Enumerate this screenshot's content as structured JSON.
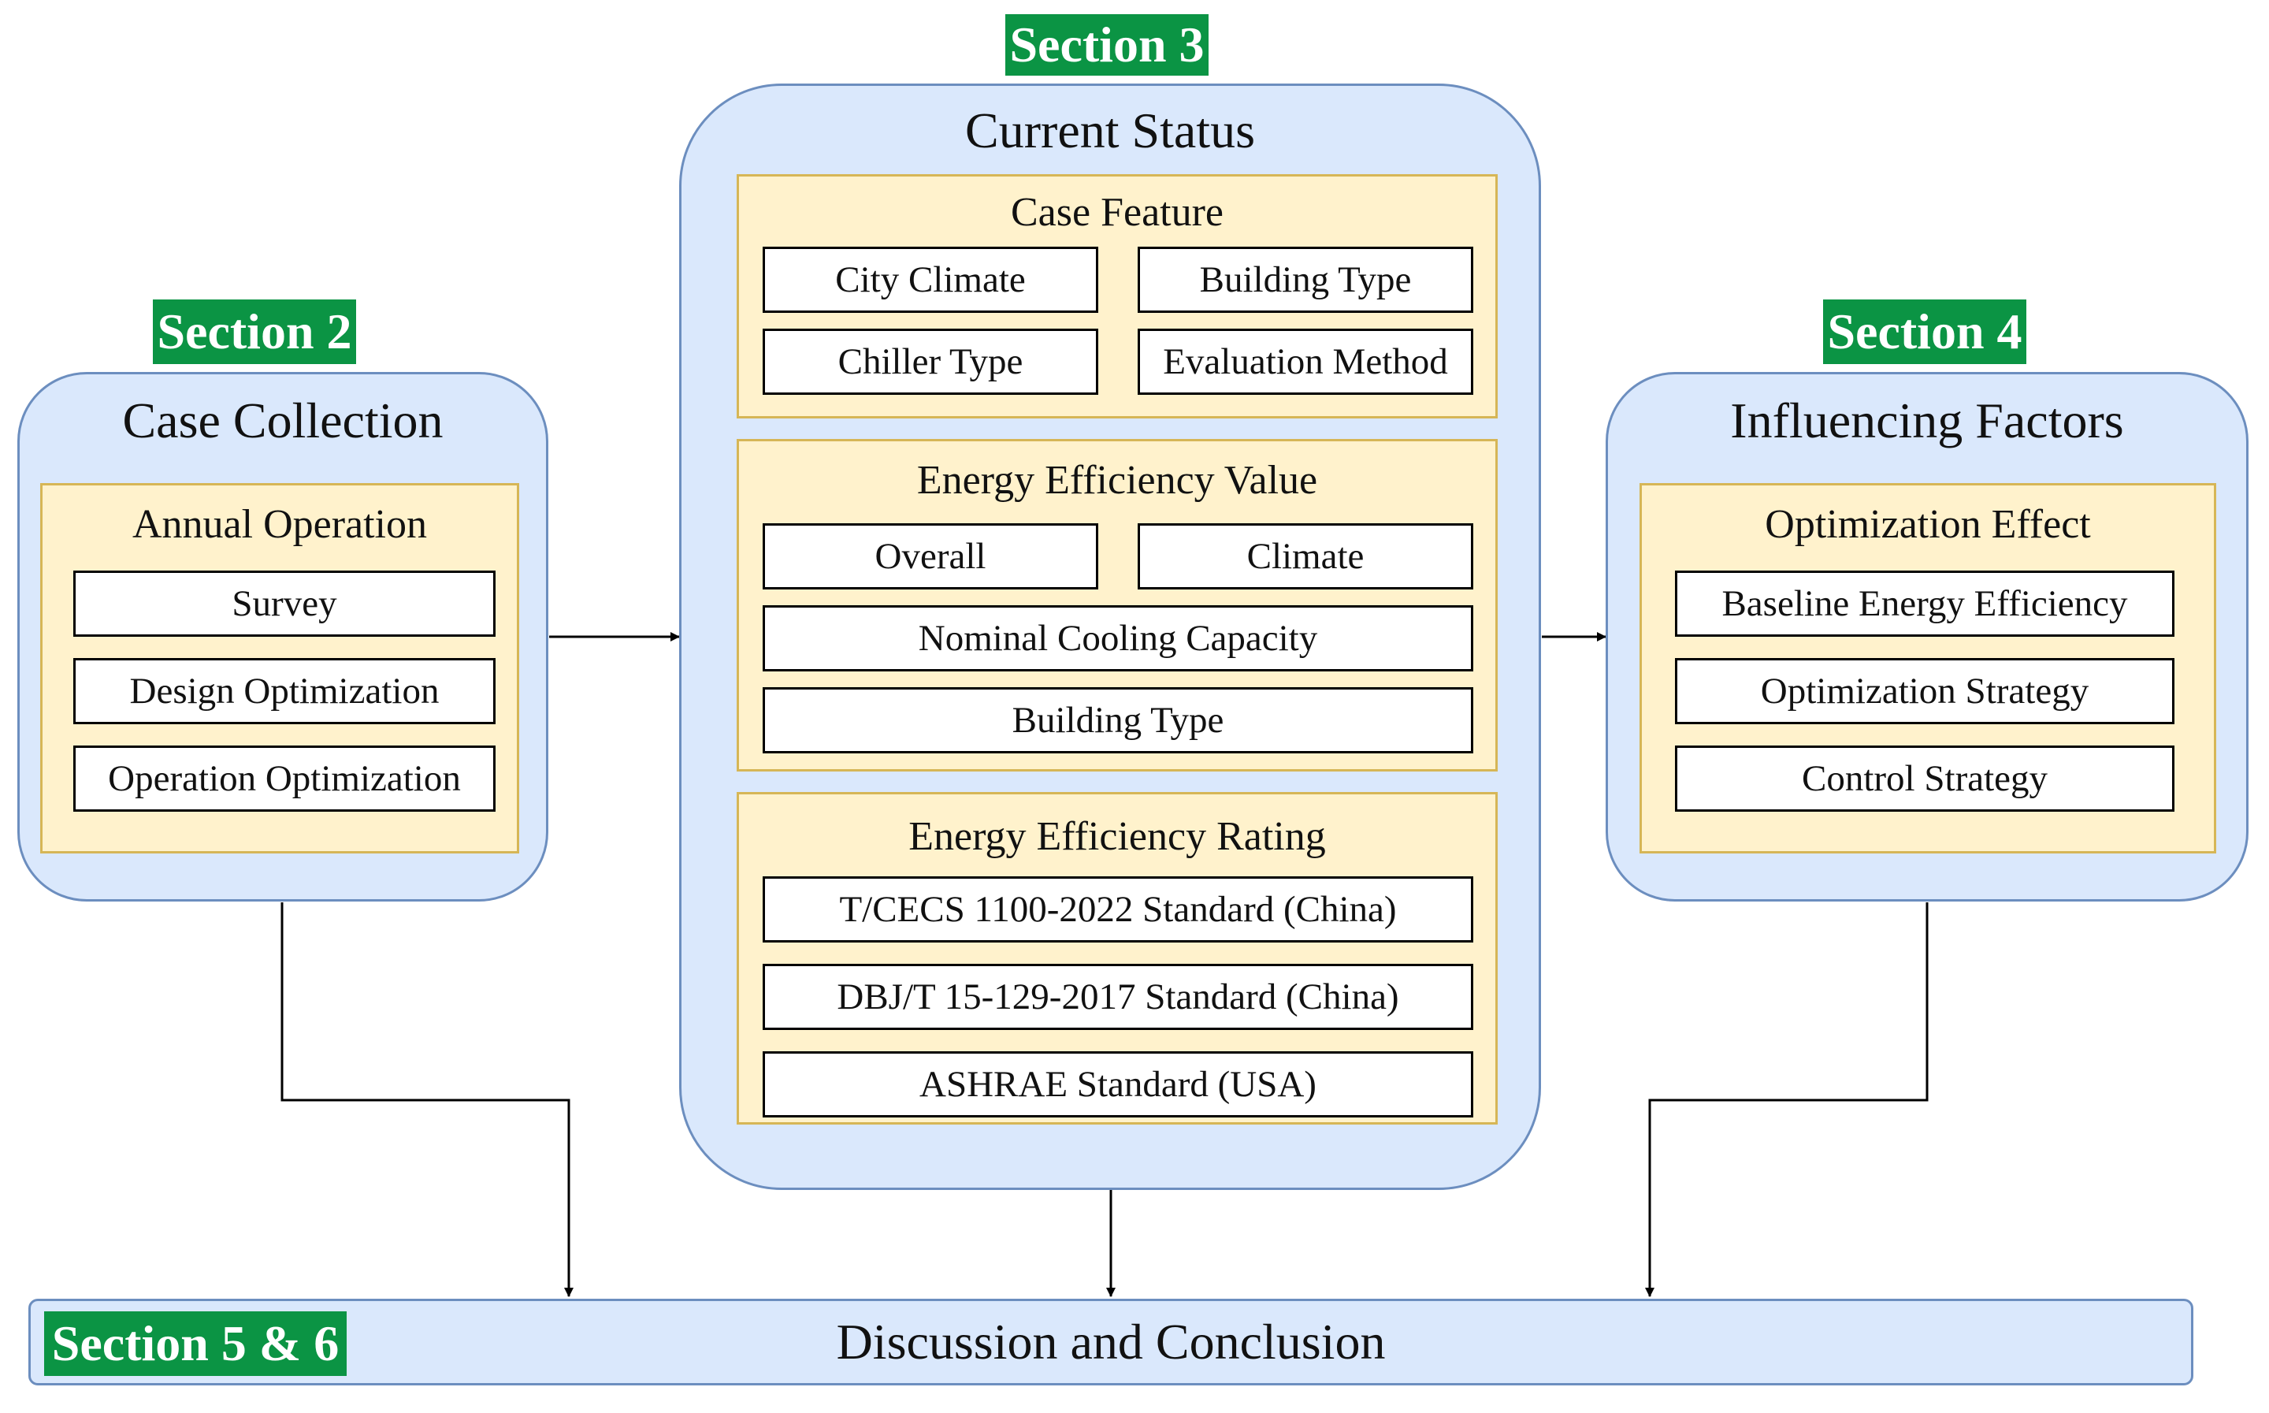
{
  "section_labels": {
    "s2": "Section 2",
    "s3": "Section 3",
    "s4": "Section 4",
    "s56": "Section 5 & 6"
  },
  "case_collection": {
    "title": "Case Collection",
    "group_title": "Annual Operation",
    "items": [
      "Survey",
      "Design Optimization",
      "Operation Optimization"
    ]
  },
  "current_status": {
    "title": "Current Status",
    "case_feature": {
      "title": "Case Feature",
      "items": [
        "City Climate",
        "Building Type",
        "Chiller Type",
        "Evaluation Method"
      ]
    },
    "efficiency_value": {
      "title": "Energy Efficiency Value",
      "items": [
        "Overall",
        "Climate",
        "Nominal Cooling Capacity",
        "Building Type"
      ]
    },
    "efficiency_rating": {
      "title": "Energy Efficiency Rating",
      "items": [
        "T/CECS 1100-2022 Standard (China)",
        "DBJ/T 15-129-2017 Standard (China)",
        "ASHRAE Standard (USA)"
      ]
    }
  },
  "influencing_factors": {
    "title": "Influencing Factors",
    "group_title": "Optimization Effect",
    "items": [
      "Baseline Energy Efficiency",
      "Optimization Strategy",
      "Control Strategy"
    ]
  },
  "conclusion": {
    "title": "Discussion and Conclusion"
  },
  "colors": {
    "panel_fill": "#dae8fc",
    "panel_border": "#6c8ebf",
    "group_fill": "#fff2cc",
    "group_border": "#d6b656",
    "badge": "#0b9444"
  }
}
